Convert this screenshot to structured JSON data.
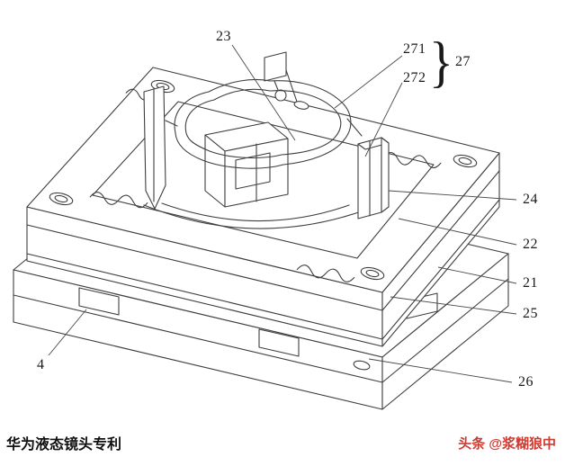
{
  "page": {
    "caption": "华为液态镜头专利",
    "watermark": "头条 @浆糊狼中"
  },
  "figure": {
    "brace": "}",
    "labels": [
      {
        "id": "23",
        "text": "23"
      },
      {
        "id": "271",
        "text": "271"
      },
      {
        "id": "272",
        "text": "272"
      },
      {
        "id": "27",
        "text": "27"
      },
      {
        "id": "24",
        "text": "24"
      },
      {
        "id": "22",
        "text": "22"
      },
      {
        "id": "21",
        "text": "21"
      },
      {
        "id": "25",
        "text": "25"
      },
      {
        "id": "26",
        "text": "26"
      },
      {
        "id": "4",
        "text": "4"
      }
    ]
  },
  "colors": {
    "line": "#3f3f3f",
    "watermark": "#cf3a32"
  }
}
